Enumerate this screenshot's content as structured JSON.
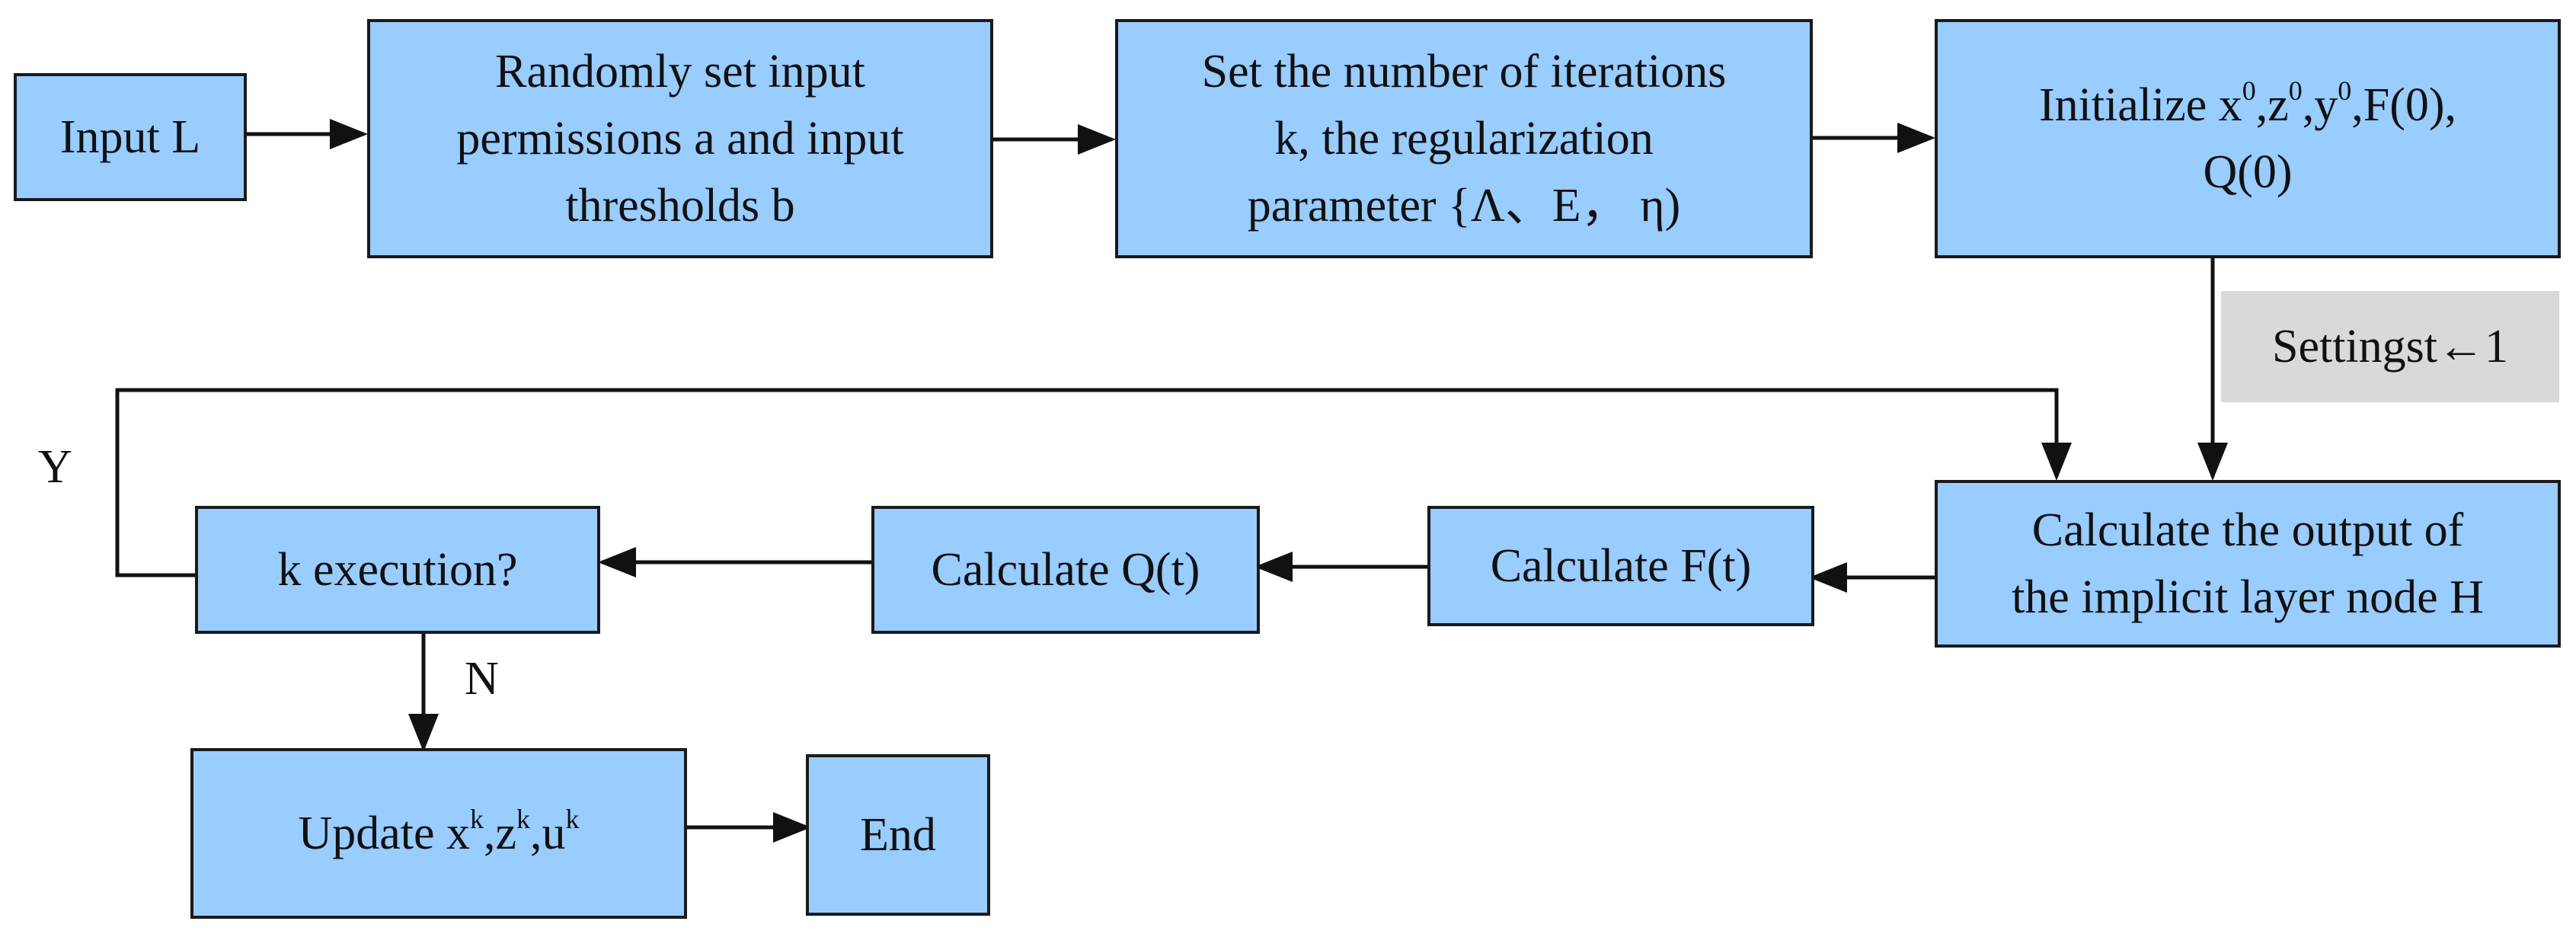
{
  "nodes": {
    "input_l": "Input L",
    "random_set": [
      "Randomly set input",
      "permissions a and input",
      "thresholds b"
    ],
    "set_iter": [
      "Set the number of iterations",
      "k, the regularization",
      "parameter {Λ、E， η)"
    ],
    "initialize": {
      "line1_prefix": "Initialize x",
      "sup_x": "0",
      "sep_z": ",z",
      "sup_z": "0",
      "sep_y": ",y",
      "sup_y": "0",
      "line1_suffix": ",F(0),",
      "line2": "Q(0)"
    },
    "settings_note": "Settingst←1",
    "calc_output": [
      "Calculate the output  of",
      "the implicit layer node H"
    ],
    "calc_f": "Calculate F(t)",
    "calc_q": "Calculate Q(t)",
    "k_exec": "k execution?",
    "update": {
      "prefix": "Update x",
      "sup_x": "k",
      "sep_z": ",z",
      "sup_z": "k",
      "sep_u": ",u",
      "sup_u": "k"
    },
    "end": "End"
  },
  "edge_labels": {
    "yes": "Y",
    "no": "N"
  }
}
